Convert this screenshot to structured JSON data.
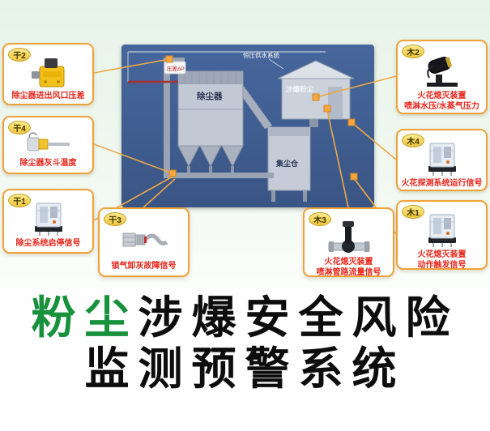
{
  "title": {
    "line1_green": "粉尘",
    "line1_black": "涉爆安全风险",
    "line2": "监测预警系统"
  },
  "diagram": {
    "labels": {
      "water_system": "恒压供水系统",
      "explosive_dust": "涉爆粉尘",
      "dust_collector": "除尘器",
      "dust_bin": "集尘仓",
      "pressure_gauge": "压差ΔP"
    }
  },
  "callouts": [
    {
      "badge": "干2",
      "device": "pressure-differential-switch",
      "lines": [
        "除尘器进出风口压差"
      ]
    },
    {
      "badge": "干4",
      "device": "temperature-sensor",
      "lines": [
        "除尘器灰斗温度"
      ]
    },
    {
      "badge": "干1",
      "device": "relay",
      "lines": [
        "除尘系统启停信号"
      ]
    },
    {
      "badge": "干3",
      "device": "airlock-ash-fault-sensor",
      "lines": [
        "锁气卸灰故障信号"
      ]
    },
    {
      "badge": "木2",
      "device": "spark-extinguisher-pressure-sensor",
      "lines": [
        "火花熄灭装置",
        "喷淋水压/水蒸气压力"
      ]
    },
    {
      "badge": "木4",
      "device": "relay",
      "lines": [
        "火花探测系统运行信号"
      ]
    },
    {
      "badge": "木1",
      "device": "relay",
      "lines": [
        "火花熄灭装置",
        "动作触发信号"
      ]
    },
    {
      "badge": "木3",
      "device": "spray-line-flow-sensor",
      "lines": [
        "火花熄灭装置",
        "喷淋管路流量信号"
      ]
    }
  ],
  "colors": {
    "callout_border": "#f0a13a",
    "badge_fill": "#f2ce4a",
    "label_red": "#e8251a",
    "panel_blue": "#3d5c8f",
    "connector_orange": "#f0a845",
    "title_green": "#18913c",
    "title_black": "#0d0d0d"
  }
}
